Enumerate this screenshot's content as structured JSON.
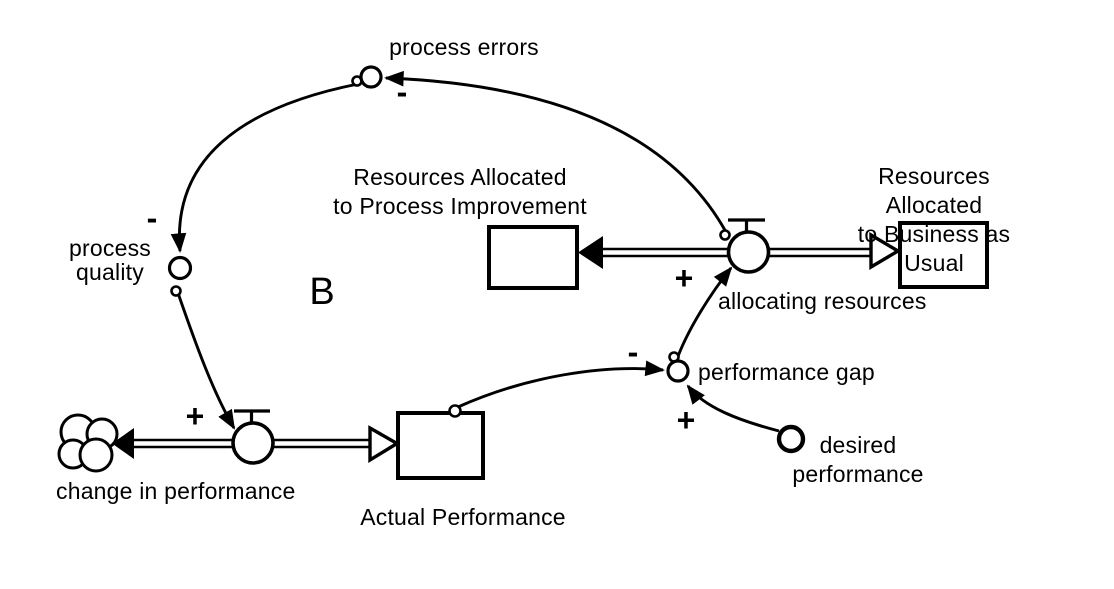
{
  "canvas": {
    "background": "#ffffff",
    "ink": "#000000"
  },
  "loop": {
    "label": "B",
    "meaning": "balancing loop"
  },
  "stocks": [
    {
      "id": "resources-process-improvement",
      "label": "Resources Allocated\nto Process Improvement"
    },
    {
      "id": "resources-business-as-usual",
      "label": "Resources Allocated\nto Business as Usual"
    },
    {
      "id": "actual-performance",
      "label": "Actual Performance"
    }
  ],
  "flows": [
    {
      "id": "allocating-resources",
      "label": "allocating resources",
      "from": "resources-business-as-usual",
      "to": "resources-process-improvement"
    },
    {
      "id": "change-in-performance",
      "label": "change in performance",
      "from": "actual-performance",
      "to": "sink-cloud"
    }
  ],
  "converters": [
    {
      "id": "process-errors",
      "label": "process errors"
    },
    {
      "id": "process-quality",
      "label": "process\nquality"
    },
    {
      "id": "performance-gap",
      "label": "performance gap"
    },
    {
      "id": "desired-performance",
      "label": "desired\nperformance"
    }
  ],
  "connectors": [
    {
      "id": "allocating-to-process-errors",
      "from": "allocating-resources",
      "to": "process-errors",
      "polarity": "-"
    },
    {
      "id": "process-errors-to-process-quality",
      "from": "process-errors",
      "to": "process-quality",
      "polarity": "-"
    },
    {
      "id": "process-quality-to-change",
      "from": "process-quality",
      "to": "change-in-performance",
      "polarity": "+"
    },
    {
      "id": "actual-to-performance-gap",
      "from": "actual-performance",
      "to": "performance-gap",
      "polarity": "-"
    },
    {
      "id": "desired-to-performance-gap",
      "from": "desired-performance",
      "to": "performance-gap",
      "polarity": "+"
    },
    {
      "id": "performance-gap-to-allocating",
      "from": "performance-gap",
      "to": "allocating-resources",
      "polarity": "+"
    }
  ]
}
